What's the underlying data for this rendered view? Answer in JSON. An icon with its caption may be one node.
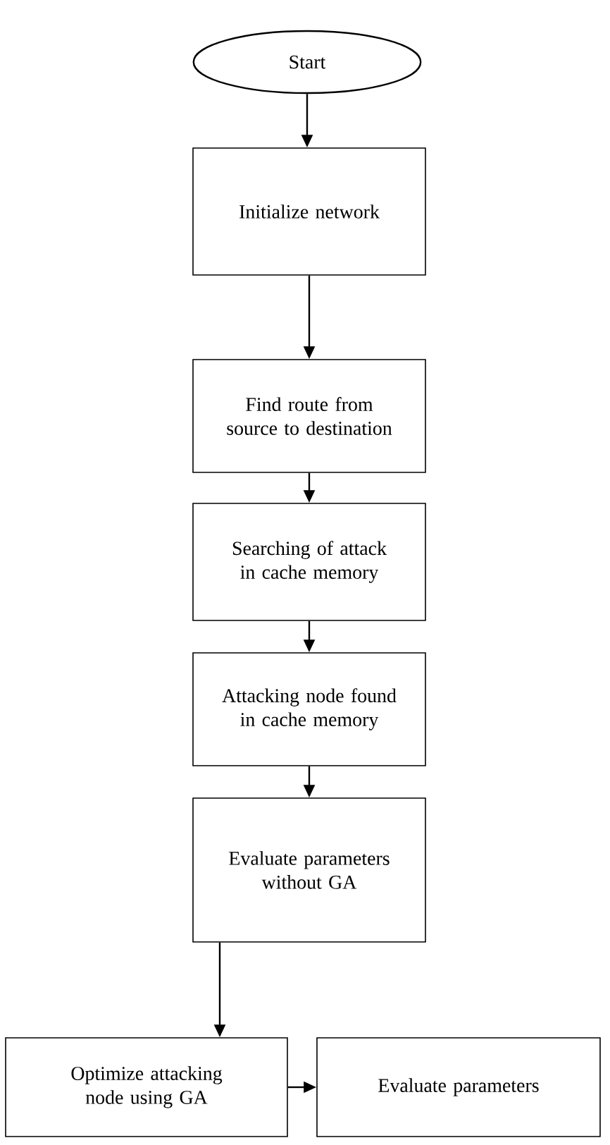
{
  "diagram": {
    "nodes": [
      {
        "text": [
          "Start"
        ]
      },
      {
        "text": [
          "Initialize network"
        ]
      },
      {
        "text": [
          "Find route from source to destination"
        ]
      },
      {
        "text": [
          "Searching of attack in cache memory"
        ]
      },
      {
        "text": [
          "Attacking node found in cache memory"
        ]
      },
      {
        "text": [
          "Evaluate parameters without GA"
        ]
      },
      {
        "text": [
          "Optimize attacking node using GA"
        ]
      },
      {
        "text": [
          "Evaluate parameters"
        ]
      }
    ],
    "edges": [
      {
        "from": 0,
        "to": 1,
        "arrow": "to"
      },
      {
        "from": 1,
        "to": 2,
        "arrow": "to"
      },
      {
        "from": 2,
        "to": 3,
        "arrow": "to"
      },
      {
        "from": 3,
        "to": 4,
        "arrow": "to"
      },
      {
        "from": 4,
        "to": 5,
        "arrow": "to"
      },
      {
        "from": 5,
        "to": 6,
        "arrow": "to"
      },
      {
        "from": 6,
        "to": 7,
        "arrow": "to"
      }
    ]
  }
}
